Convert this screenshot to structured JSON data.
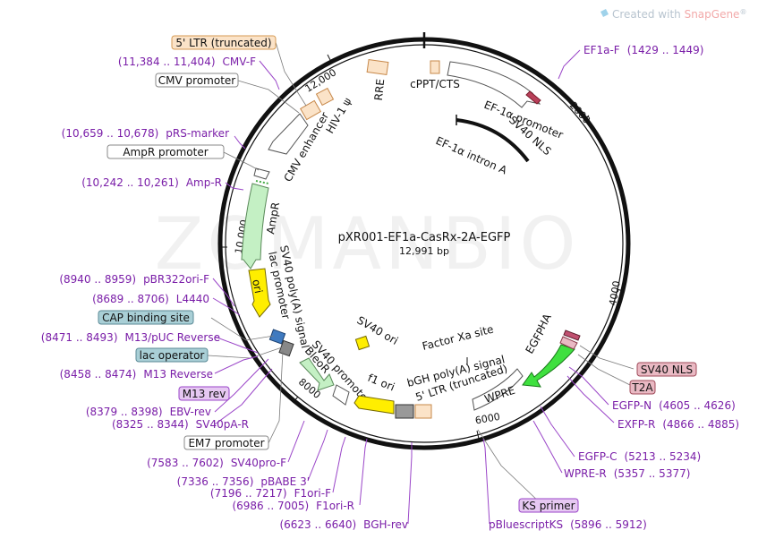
{
  "map": {
    "name": "pXR001-EF1a-CasRx-2A-EGFP",
    "length_label": "12,991 bp",
    "watermark": "ZOMANBIO",
    "credit_prefix": "Created with ",
    "credit_brand": "SnapGene",
    "credit_reg": "®"
  },
  "ticks": {
    "t2000": "2000",
    "t4000": "4000",
    "t6000": "6000",
    "t8000": "8000",
    "t10000": "10,000",
    "t12000": "12,000"
  },
  "features": {
    "ltr5_trunc": "5' LTR (truncated)",
    "cmv_promoter": "CMV promoter",
    "ampr_promoter": "AmpR promoter",
    "cap_binding_site": "CAP binding site",
    "lac_operator": "lac operator",
    "m13_rev": "M13 rev",
    "em7_promoter": "EM7 promoter",
    "sv40_nls_box": "SV40 NLS",
    "t2a": "T2A",
    "ks_primer": "KS primer",
    "rre": "RRE",
    "cppt_cts": "cPPT/CTS",
    "hiv1_psi": "HIV-1 ψ",
    "cmv_enhancer": "CMV enhancer",
    "ef1a_promoter": "EF-1α promoter",
    "sv40_nls_arc": "SV40 NLS",
    "ef1a_intron": "EF-1α intron A",
    "ampr": "AmpR",
    "sv40_polya": "SV40 poly(A) signal",
    "lac_promoter": "lac promoter",
    "ori": "ori",
    "sv40_ori": "SV40 ori",
    "factor_xa": "Factor Xa site",
    "ha": "HA",
    "egfp": "EGFP",
    "sv40_promoter": "SV40 promoter",
    "bleor": "BleoR",
    "f1_ori": "f1 ori",
    "bgh_polya": "bGH poly(A) signal",
    "ltr5_trunc_inner": "5' LTR (truncated)",
    "wpre": "WPRE"
  },
  "primers": {
    "cmv_f": {
      "range": "(11,384 .. 11,404)",
      "name": "CMV-F"
    },
    "prs_marker": {
      "range": "(10,659 .. 10,678)",
      "name": "pRS-marker"
    },
    "amp_r": {
      "range": "(10,242 .. 10,261)",
      "name": "Amp-R"
    },
    "pbr322ori_f": {
      "range": "(8940 .. 8959)",
      "name": "pBR322ori-F"
    },
    "l4440": {
      "range": "(8689 .. 8706)",
      "name": "L4440"
    },
    "m13_puc_reverse": {
      "range": "(8471 .. 8493)",
      "name": "M13/pUC Reverse"
    },
    "m13_reverse": {
      "range": "(8458 .. 8474)",
      "name": "M13 Reverse"
    },
    "ebv_rev": {
      "range": "(8379 .. 8398)",
      "name": "EBV-rev"
    },
    "sv40pa_r": {
      "range": "(8325 .. 8344)",
      "name": "SV40pA-R"
    },
    "sv40pro_f": {
      "range": "(7583 .. 7602)",
      "name": "SV40pro-F"
    },
    "pbabe3": {
      "range": "(7336 .. 7356)",
      "name": "pBABE 3'"
    },
    "f1ori_f": {
      "range": "(7196 .. 7217)",
      "name": "F1ori-F"
    },
    "f1ori_r": {
      "range": "(6986 .. 7005)",
      "name": "F1ori-R"
    },
    "bgh_rev": {
      "range": "(6623 .. 6640)",
      "name": "BGH-rev"
    },
    "ef1a_f": {
      "name": "EF1a-F",
      "range": "(1429 .. 1449)"
    },
    "egfp_n": {
      "name": "EGFP-N",
      "range": "(4605 .. 4626)"
    },
    "exfp_r": {
      "name": "EXFP-R",
      "range": "(4866 .. 4885)"
    },
    "egfp_c": {
      "name": "EGFP-C",
      "range": "(5213 .. 5234)"
    },
    "wpre_r": {
      "name": "WPRE-R",
      "range": "(5357 .. 5377)"
    },
    "pbluescriptks": {
      "name": "pBluescriptKS",
      "range": "(5896 .. 5912)"
    }
  },
  "colors": {
    "primer_text": "#7a1ea8",
    "ltr_box_fill": "#fbe3c8",
    "ltr_box_stroke": "#d59a53",
    "cap_box_fill": "#a9cfd6",
    "m13_box_fill": "#e6c8f2",
    "sv40nls_box_fill": "#e9b9c3",
    "t2a_box_fill": "#e9b9c3",
    "amp_green": "#c4f0c4",
    "egfp_green": "#3fe03f",
    "ori_yellow": "#ffee00",
    "snapgene_brand": "#f4a0a0"
  }
}
